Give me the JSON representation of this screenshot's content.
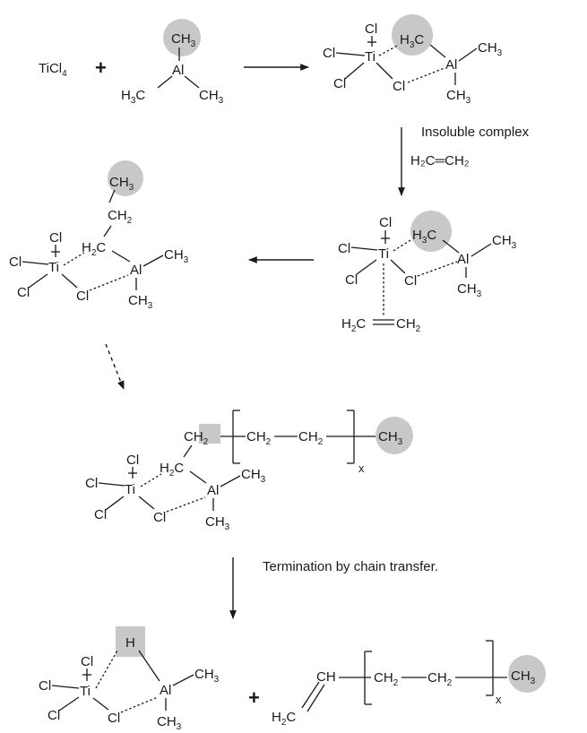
{
  "labels": {
    "ticl4": "TiCl",
    "ticl4_sub": "4",
    "plus": "+",
    "cl": "Cl",
    "ti": "Ti",
    "al": "Al",
    "h": "H",
    "ch": "CH",
    "ch3": "CH",
    "ch3_sub": "3",
    "h3c": "H",
    "h3c_sub": "3",
    "h3c_c": "C",
    "ch2": "CH",
    "ch2_sub": "2",
    "h2c": "H",
    "h2c_sub": "2",
    "h2c_c": "C",
    "repeat_x": "x"
  },
  "conditions": {
    "insoluble_complex": "Insoluble complex",
    "ethylene": "H₂C═CH₂",
    "termination": "Termination by chain transfer."
  },
  "colors": {
    "highlight": "#c8c8c8",
    "ink": "#1a1a1a"
  }
}
